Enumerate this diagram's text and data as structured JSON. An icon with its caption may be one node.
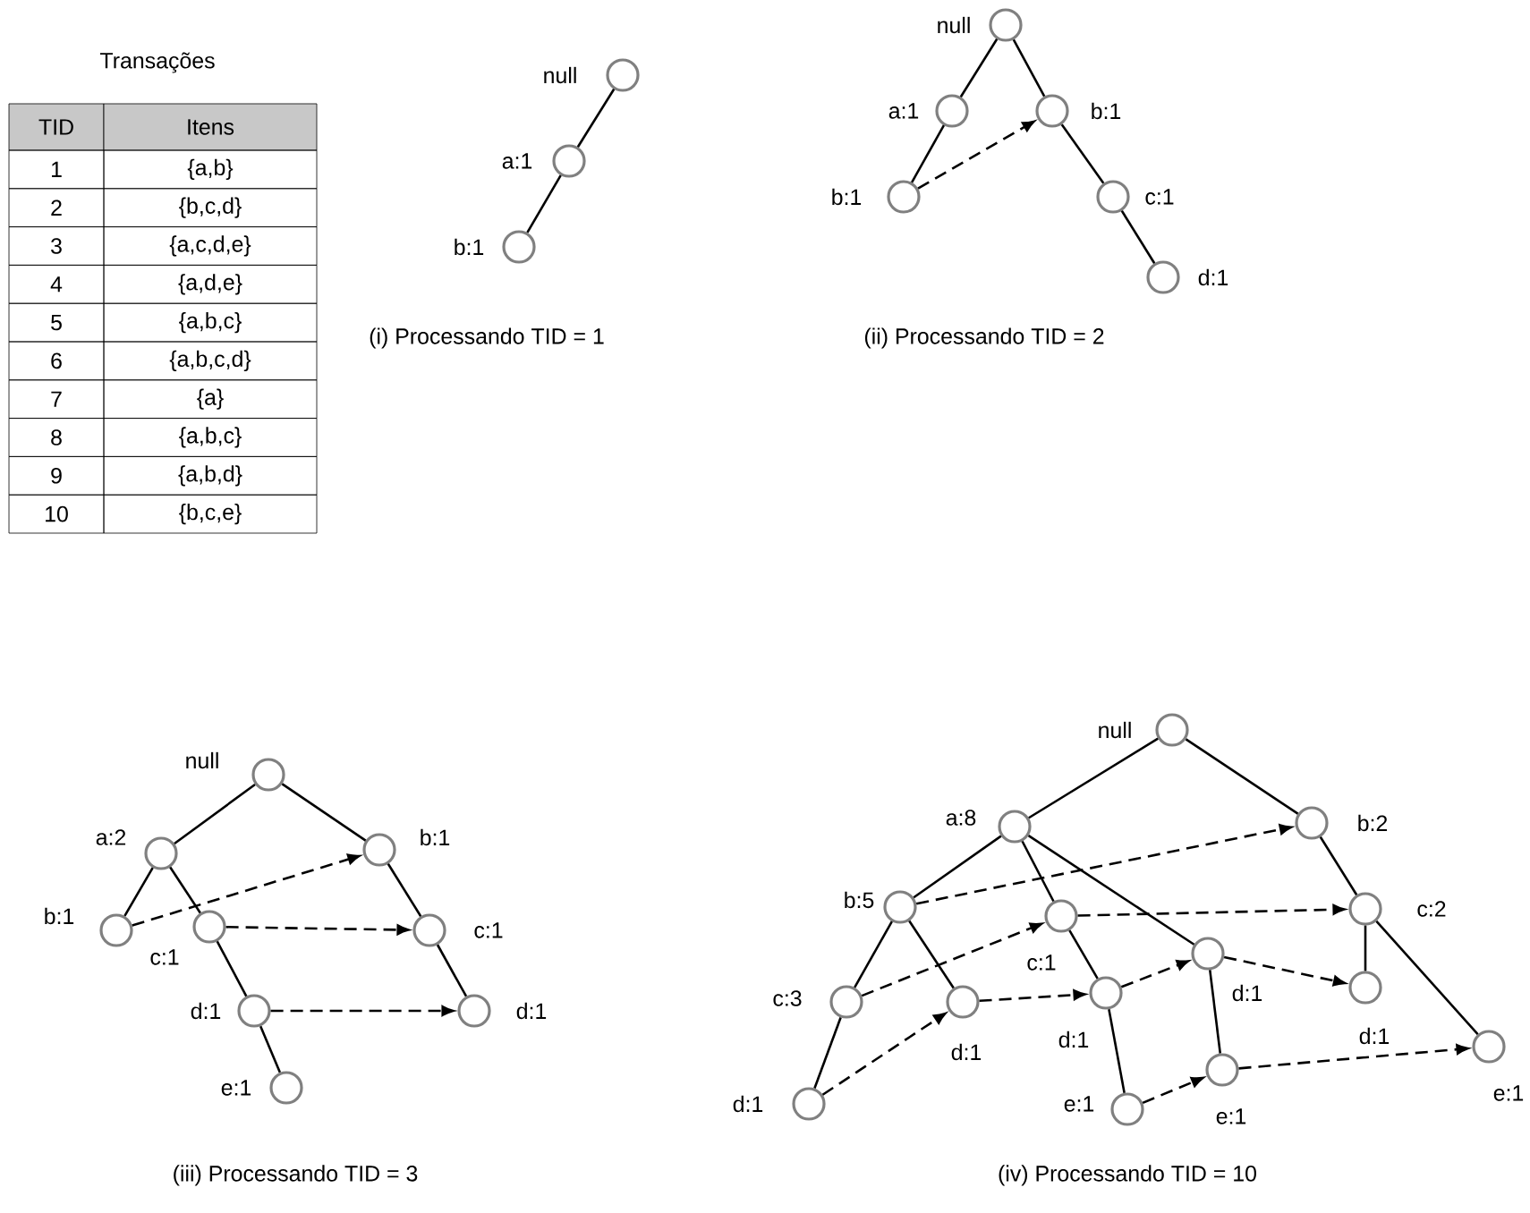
{
  "diagram": {
    "nodes": [
      {
        "text": [
          "null"
        ]
      },
      {
        "text": [
          "a:1"
        ]
      },
      {
        "text": [
          "b:1"
        ]
      },
      {
        "text": [
          "null"
        ]
      },
      {
        "text": [
          "a:1"
        ]
      },
      {
        "text": [
          "b:1"
        ]
      },
      {
        "text": [
          "b:1"
        ]
      },
      {
        "text": [
          "c:1"
        ]
      },
      {
        "text": [
          "d:1"
        ]
      },
      {
        "text": [
          "null"
        ]
      },
      {
        "text": [
          "a:2"
        ]
      },
      {
        "text": [
          "b:1"
        ]
      },
      {
        "text": [
          "b:1"
        ]
      },
      {
        "text": [
          "c:1"
        ]
      },
      {
        "text": [
          "c:1"
        ]
      },
      {
        "text": [
          "d:1"
        ]
      },
      {
        "text": [
          "d:1"
        ]
      },
      {
        "text": [
          "e:1"
        ]
      },
      {
        "text": [
          "null"
        ]
      },
      {
        "text": [
          "a:8"
        ]
      },
      {
        "text": [
          "b:2"
        ]
      },
      {
        "text": [
          "b:5"
        ]
      },
      {
        "text": [
          "c:1"
        ]
      },
      {
        "text": [
          "c:2"
        ]
      },
      {
        "text": [
          "c:3"
        ]
      },
      {
        "text": [
          "d:1"
        ]
      },
      {
        "text": [
          "d:1"
        ]
      },
      {
        "text": [
          "d:1"
        ]
      },
      {
        "text": [
          "d:1"
        ]
      },
      {
        "text": [
          "d:1"
        ]
      },
      {
        "text": [
          "e:1"
        ]
      },
      {
        "text": [
          "e:1"
        ]
      },
      {
        "text": [
          "e:1"
        ]
      }
    ],
    "edges": [
      {
        "from": 0,
        "to": 1,
        "arrow": "none"
      },
      {
        "from": 1,
        "to": 2,
        "arrow": "none"
      },
      {
        "from": 3,
        "to": 4,
        "arrow": "none"
      },
      {
        "from": 3,
        "to": 5,
        "arrow": "none"
      },
      {
        "from": 4,
        "to": 6,
        "arrow": "none"
      },
      {
        "from": 5,
        "to": 7,
        "arrow": "none"
      },
      {
        "from": 7,
        "to": 8,
        "arrow": "none"
      },
      {
        "from": 6,
        "to": 5,
        "arrow": "to",
        "style": "dashed"
      },
      {
        "from": 9,
        "to": 10,
        "arrow": "none"
      },
      {
        "from": 9,
        "to": 11,
        "arrow": "none"
      },
      {
        "from": 10,
        "to": 12,
        "arrow": "none"
      },
      {
        "from": 10,
        "to": 13,
        "arrow": "none"
      },
      {
        "from": 13,
        "to": 15,
        "arrow": "none"
      },
      {
        "from": 15,
        "to": 17,
        "arrow": "none"
      },
      {
        "from": 11,
        "to": 14,
        "arrow": "none"
      },
      {
        "from": 14,
        "to": 16,
        "arrow": "none"
      },
      {
        "from": 12,
        "to": 11,
        "arrow": "to",
        "style": "dashed"
      },
      {
        "from": 13,
        "to": 14,
        "arrow": "to",
        "style": "dashed"
      },
      {
        "from": 15,
        "to": 16,
        "arrow": "to",
        "style": "dashed"
      },
      {
        "from": 18,
        "to": 19,
        "arrow": "none"
      },
      {
        "from": 18,
        "to": 20,
        "arrow": "none"
      },
      {
        "from": 19,
        "to": 21,
        "arrow": "none"
      },
      {
        "from": 19,
        "to": 22,
        "arrow": "none"
      },
      {
        "from": 19,
        "to": 27,
        "arrow": "none"
      },
      {
        "from": 21,
        "to": 24,
        "arrow": "none"
      },
      {
        "from": 21,
        "to": 25,
        "arrow": "none"
      },
      {
        "from": 24,
        "to": 29,
        "arrow": "none"
      },
      {
        "from": 22,
        "to": 26,
        "arrow": "none"
      },
      {
        "from": 26,
        "to": 30,
        "arrow": "none"
      },
      {
        "from": 27,
        "to": 31,
        "arrow": "none"
      },
      {
        "from": 20,
        "to": 23,
        "arrow": "none"
      },
      {
        "from": 23,
        "to": 28,
        "arrow": "none"
      },
      {
        "from": 23,
        "to": 32,
        "arrow": "none"
      },
      {
        "from": 21,
        "to": 20,
        "arrow": "to",
        "style": "dashed"
      },
      {
        "from": 24,
        "to": 22,
        "arrow": "to",
        "style": "dashed"
      },
      {
        "from": 22,
        "to": 23,
        "arrow": "to",
        "style": "dashed"
      },
      {
        "from": 29,
        "to": 25,
        "arrow": "to",
        "style": "dashed"
      },
      {
        "from": 25,
        "to": 26,
        "arrow": "to",
        "style": "dashed"
      },
      {
        "from": 26,
        "to": 27,
        "arrow": "to",
        "style": "dashed"
      },
      {
        "from": 27,
        "to": 28,
        "arrow": "to",
        "style": "dashed"
      },
      {
        "from": 30,
        "to": 31,
        "arrow": "to",
        "style": "dashed"
      },
      {
        "from": 31,
        "to": 32,
        "arrow": "to",
        "style": "dashed"
      }
    ],
    "labels": [
      "Transações",
      "TID",
      "Itens",
      "1",
      "{a,b}",
      "2",
      "{b,c,d}",
      "3",
      "{a,c,d,e}",
      "4",
      "{a,d,e}",
      "5",
      "{a,b,c}",
      "6",
      "{a,b,c,d}",
      "7",
      "{a}",
      "8",
      "{a,b,c}",
      "9",
      "{a,b,d}",
      "10",
      "{b,c,e}",
      "(i) Processando TID = 1",
      "(ii) Processando TID = 2",
      "(iii) Processando TID = 3",
      "(iv) Processando TID = 10"
    ]
  }
}
